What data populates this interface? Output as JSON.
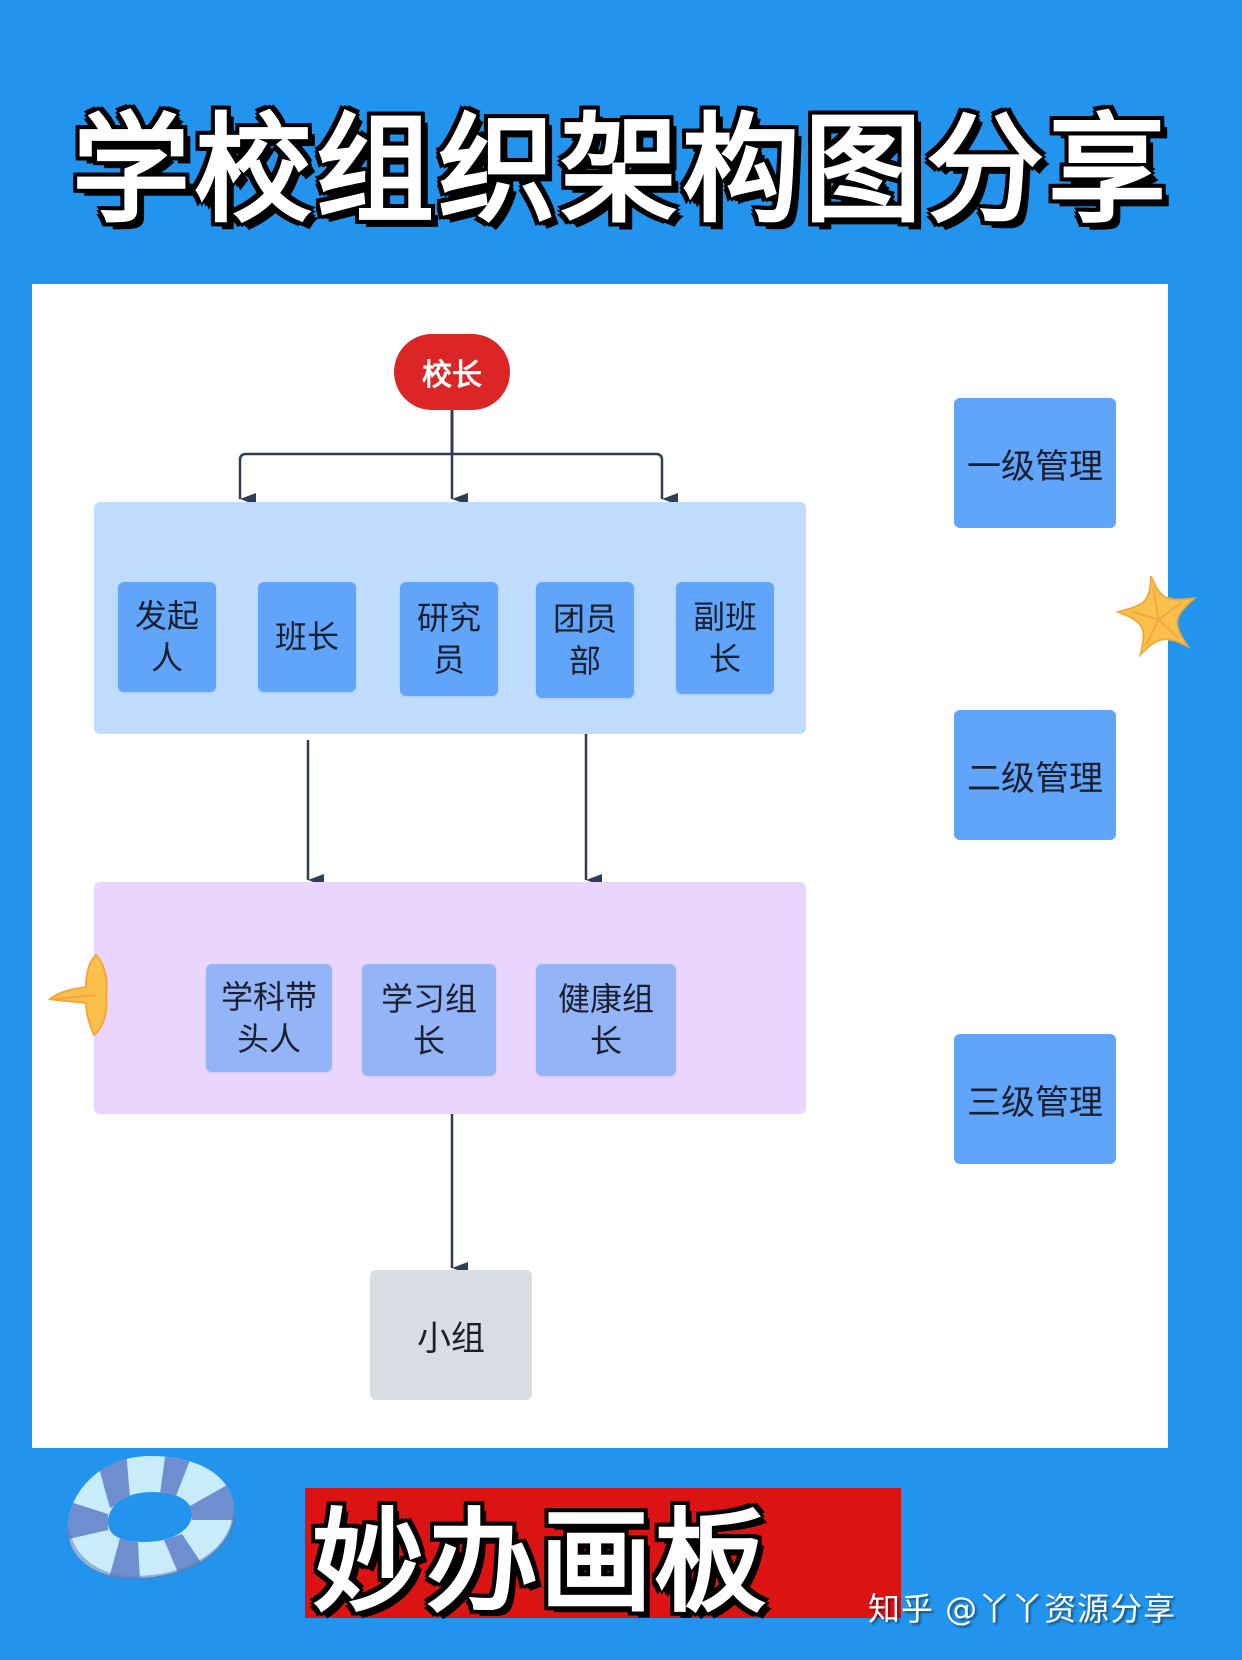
{
  "header": {
    "title": "学校组织架构图分享"
  },
  "diagram": {
    "root": {
      "label": "校长",
      "color": "#dc2626"
    },
    "level1": {
      "group_color": "#bfdbfd",
      "nodes": [
        {
          "label": "发起\n人"
        },
        {
          "label": "班长"
        },
        {
          "label": "研究\n员"
        },
        {
          "label": "团员\n部"
        },
        {
          "label": "副班\n长"
        }
      ],
      "node_color": "#60a5fa"
    },
    "level2": {
      "group_color": "#e9d5fe",
      "nodes": [
        {
          "label": "学科带\n头人"
        },
        {
          "label": "学习组\n长"
        },
        {
          "label": "健康组\n长"
        }
      ],
      "node_color": "#93b4f7"
    },
    "level3": {
      "nodes": [
        {
          "label": "小组"
        }
      ],
      "node_color": "#d9dde3"
    },
    "legend": [
      {
        "label": "一级管理"
      },
      {
        "label": "二级管理"
      },
      {
        "label": "三级管理"
      }
    ],
    "edge_color": "#2f3e55"
  },
  "footer": {
    "brand": "妙办画板",
    "brand_color": "#dc1313",
    "watermark": "知乎 @丫丫资源分享"
  },
  "decorations": [
    "starfish-icon",
    "starfish-icon",
    "life-ring-icon"
  ],
  "colors": {
    "background": "#2294ee",
    "canvas": "#ffffff"
  }
}
